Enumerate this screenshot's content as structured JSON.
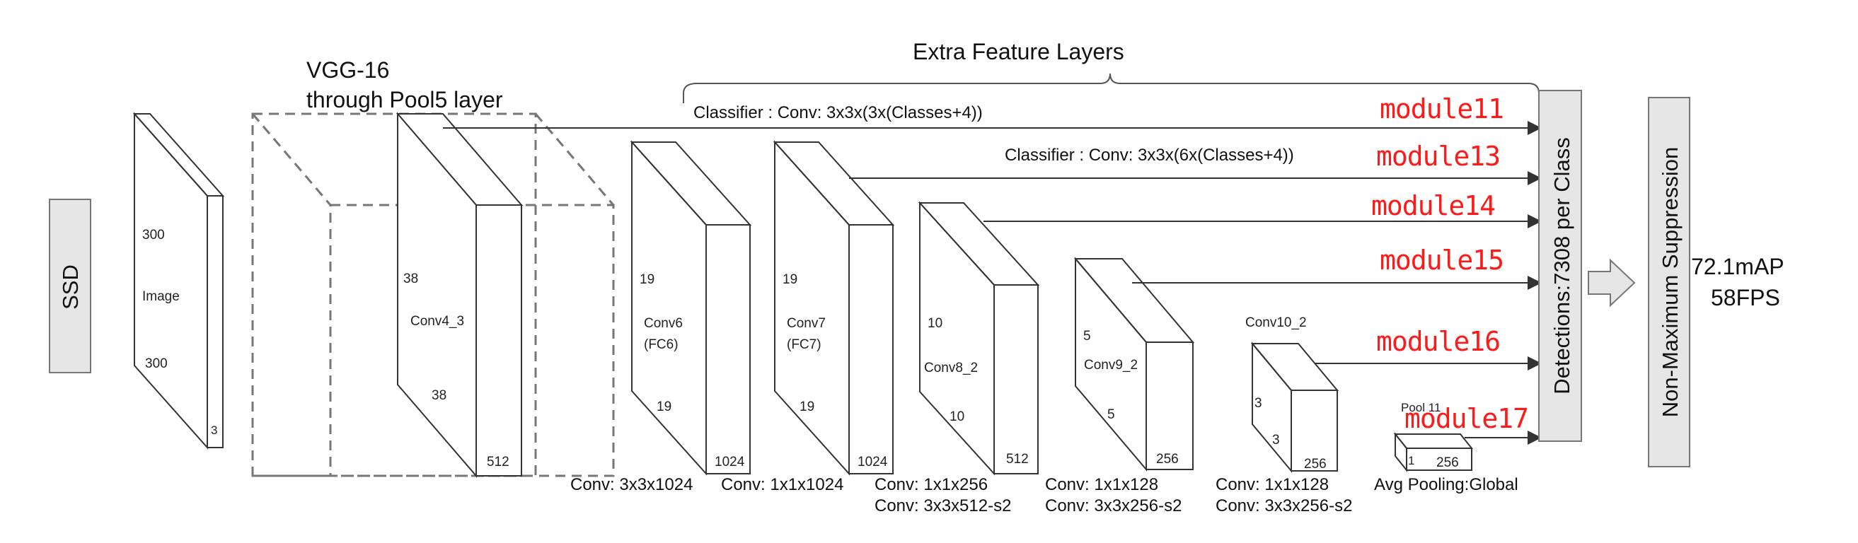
{
  "ssd_label": "SSD",
  "vgg_title": "VGG-16",
  "vgg_subtitle": "through Pool5 layer",
  "extra_feature_layers": "Extra Feature Layers",
  "classifier_1": "Classifier : Conv: 3x3x(3x(Classes+4))",
  "classifier_2": "Classifier : Conv: 3x3x(6x(Classes+4))",
  "image_block": {
    "top": "300",
    "name": "Image",
    "bottom": "300",
    "depth": "3"
  },
  "conv4": {
    "side": "38",
    "name": "Conv4_3",
    "bottom": "38",
    "depth": "512"
  },
  "conv6": {
    "side": "19",
    "name": "Conv6",
    "name2": "(FC6)",
    "bottom": "19",
    "depth": "1024"
  },
  "conv7": {
    "side": "19",
    "name": "Conv7",
    "name2": "(FC7)",
    "bottom": "19",
    "depth": "1024"
  },
  "conv8": {
    "side": "10",
    "name": "Conv8_2",
    "bottom": "10",
    "depth": "512"
  },
  "conv9": {
    "side": "5",
    "name": "Conv9_2",
    "bottom": "5",
    "depth": "256"
  },
  "conv10": {
    "side": "3",
    "name": "Conv10_2",
    "bottom": "3",
    "depth": "256"
  },
  "pool11": {
    "name": "Pool 11",
    "side": "1",
    "depth": "256"
  },
  "captions": {
    "c1": "Conv: 3x3x1024",
    "c2": "Conv: 1x1x1024",
    "c3a": "Conv: 1x1x256",
    "c3b": "Conv:  3x3x512-s2",
    "c4a": "Conv: 1x1x128",
    "c4b": "Conv: 3x3x256-s2",
    "c5a": "Conv: 1x1x128",
    "c5b": "Conv: 3x3x256-s2",
    "c6": "Avg Pooling:Global"
  },
  "modules": [
    "module11",
    "module13",
    "module14",
    "module15",
    "module16",
    "module17"
  ],
  "detections_label": "Detections:7308  per Class",
  "nms_label": "Non-Maximum Suppression",
  "result_map": "72.1mAP",
  "result_fps": "58FPS"
}
